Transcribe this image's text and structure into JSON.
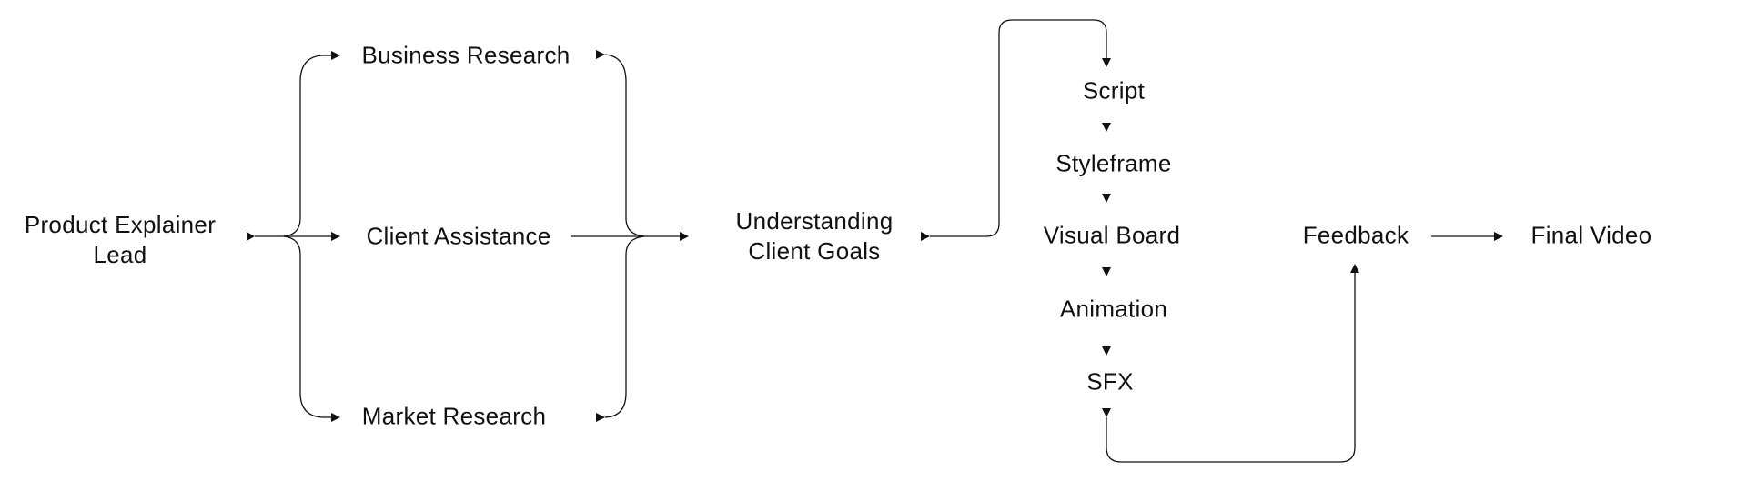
{
  "diagram": {
    "type": "flowchart",
    "stroke_color": "#111111",
    "background_color": "#ffffff",
    "nodes": {
      "lead": "Product Explainer\nLead",
      "business_research": "Business Research",
      "client_assistance": "Client Assistance",
      "market_research": "Market Research",
      "understanding": "Understanding\nClient Goals",
      "script": "Script",
      "styleframe": "Styleframe",
      "visual_board": "Visual Board",
      "animation": "Animation",
      "sfx": "SFX",
      "feedback": "Feedback",
      "final_video": "Final Video"
    },
    "edges": [
      {
        "from": "lead",
        "to": "business_research"
      },
      {
        "from": "lead",
        "to": "client_assistance"
      },
      {
        "from": "lead",
        "to": "market_research"
      },
      {
        "from": "business_research",
        "to": "understanding"
      },
      {
        "from": "client_assistance",
        "to": "understanding"
      },
      {
        "from": "market_research",
        "to": "understanding"
      },
      {
        "from": "understanding",
        "to": "script"
      },
      {
        "from": "script",
        "to": "styleframe"
      },
      {
        "from": "styleframe",
        "to": "visual_board"
      },
      {
        "from": "visual_board",
        "to": "animation"
      },
      {
        "from": "animation",
        "to": "sfx"
      },
      {
        "from": "sfx",
        "to": "feedback"
      },
      {
        "from": "feedback",
        "to": "final_video"
      }
    ]
  }
}
